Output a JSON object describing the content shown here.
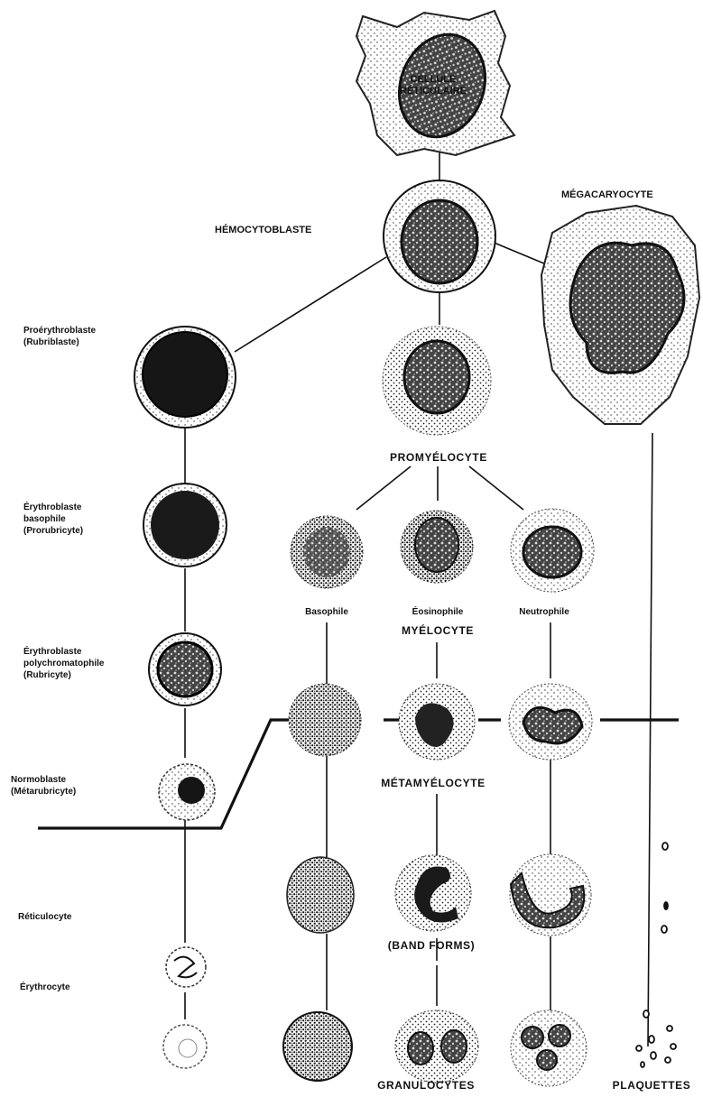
{
  "labels": {
    "cellule_reticulaire": "CELLULE\nRÉTICULAIRE",
    "hemocytoblaste": "HÉMOCYTOBLASTE",
    "megacaryocyte": "MÉGACARYOCYTE",
    "proerythroblaste": "Proérythroblaste\n(Rubriblaste)",
    "promyelocyte": "PROMYÉLOCYTE",
    "erythroblaste_basophile": "Érythroblaste\nbasophile\n(Prorubricyte)",
    "basophile": "Basophile",
    "eosinophile": "Éosinophile",
    "neutrophile": "Neutrophile",
    "myelocyte": "MYÉLOCYTE",
    "erythroblaste_polychromatophile": "Érythroblaste\npolychromatophile\n(Rubricyte)",
    "normoblaste": "Normoblaste\n(Métarubricyte)",
    "metamyelocyte": "MÉTAMYÉLOCYTE",
    "reticulocyte": "Réticulocyte",
    "band_forms": "(BAND FORMS)",
    "erythrocyte": "Érythrocyte",
    "granulocytes": "GRANULOCYTES",
    "plaquettes": "PLAQUETTES"
  },
  "colors": {
    "ink": "#111111",
    "paper": "#ffffff",
    "shade": "#333333"
  }
}
